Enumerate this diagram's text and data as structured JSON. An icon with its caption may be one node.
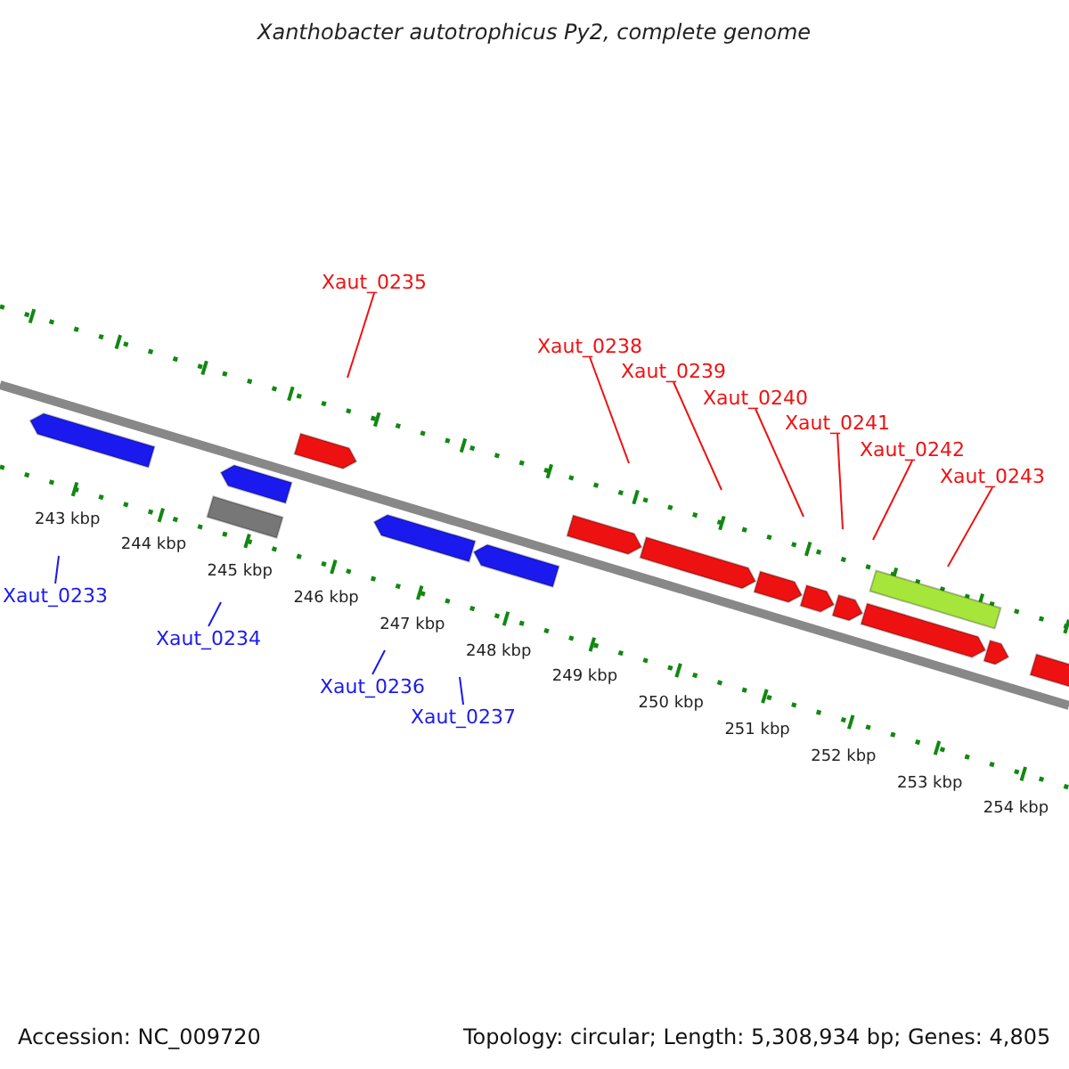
{
  "diagram": {
    "title": "Xanthobacter autotrophicus Py2, complete genome",
    "nodes": [
      {
        "text": [
          "Xaut_0235"
        ]
      },
      {
        "text": [
          "Xaut_0238"
        ]
      },
      {
        "text": [
          "Xaut_0239"
        ]
      },
      {
        "text": [
          "Xaut_0240"
        ]
      },
      {
        "text": [
          "Xaut_0241"
        ]
      },
      {
        "text": [
          "Xaut_0242"
        ]
      },
      {
        "text": [
          "Xaut_0243"
        ]
      },
      {
        "text": [
          "Xaut_0233"
        ]
      },
      {
        "text": [
          "Xaut_0234"
        ]
      },
      {
        "text": [
          "Xaut_0236"
        ]
      },
      {
        "text": [
          "Xaut_0237"
        ]
      },
      {
        "text": [],
        "shape": "arrow"
      },
      {
        "text": [],
        "shape": "arrow"
      },
      {
        "text": [],
        "shape": "box"
      },
      {
        "text": [],
        "shape": "arrow"
      },
      {
        "text": [],
        "shape": "arrow"
      },
      {
        "text": [],
        "shape": "arrow"
      },
      {
        "text": [],
        "shape": "arrow"
      },
      {
        "text": [],
        "shape": "arrow"
      },
      {
        "text": [],
        "shape": "arrow"
      },
      {
        "text": [],
        "shape": "arrow"
      },
      {
        "text": [],
        "shape": "arrow"
      },
      {
        "text": [],
        "shape": "box"
      },
      {
        "text": [],
        "shape": "arrow"
      },
      {
        "text": [],
        "shape": "arrow"
      },
      {
        "text": [],
        "shape": "arrow"
      }
    ],
    "edges": [
      {
        "from": 0,
        "to": null,
        "arrow": "none"
      },
      {
        "from": 1,
        "to": null,
        "arrow": "none"
      },
      {
        "from": 2,
        "to": null,
        "arrow": "none"
      },
      {
        "from": 3,
        "to": null,
        "arrow": "none"
      },
      {
        "from": 4,
        "to": null,
        "arrow": "none"
      },
      {
        "from": 5,
        "to": null,
        "arrow": "none"
      },
      {
        "from": 6,
        "to": null,
        "arrow": "none"
      },
      {
        "from": 7,
        "to": null,
        "arrow": "none",
        "color": "#1a1aee"
      },
      {
        "from": 8,
        "to": null,
        "arrow": "none",
        "color": "#1a1aee"
      },
      {
        "from": 9,
        "to": null,
        "arrow": "none",
        "color": "#1a1aee"
      },
      {
        "from": 10,
        "to": null,
        "arrow": "none",
        "color": "#1a1aee"
      }
    ],
    "labels": [
      "243 kbp",
      "244 kbp",
      "245 kbp",
      "246 kbp",
      "247 kbp",
      "248 kbp",
      "249 kbp",
      "250 kbp",
      "251 kbp",
      "252 kbp",
      "253 kbp",
      "254 kbp",
      "Accession: NC_009720",
      "Topology: circular; Length: 5,308,934 bp; Genes: 4,805"
    ]
  }
}
